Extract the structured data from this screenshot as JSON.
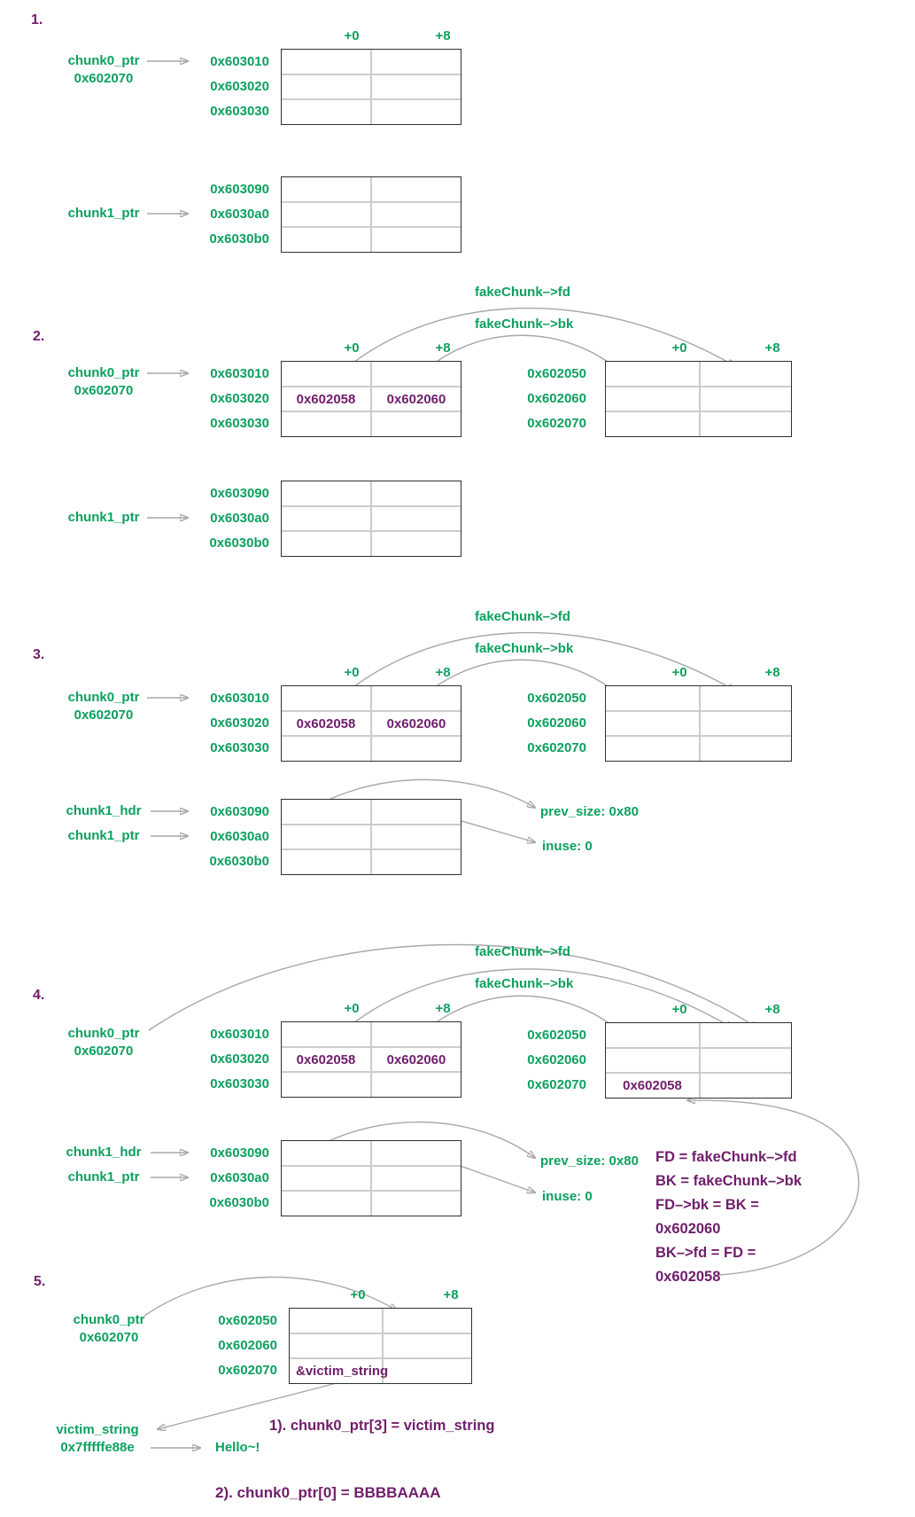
{
  "colors": {
    "green": "#0da05f",
    "purple": "#701d6b",
    "arrow_gray": "#a8a8a8",
    "table_border": "#2f2f2f",
    "grid_line": "#cccccc"
  },
  "headers": {
    "plus0": "+0",
    "plus8": "+8"
  },
  "sections": {
    "s1": {
      "number": "1.",
      "chunk0_ptr": {
        "name": "chunk0_ptr",
        "addr": "0x602070"
      },
      "chunk1_ptr": {
        "name": "chunk1_ptr"
      },
      "table_a": {
        "rows": [
          "0x603010",
          "0x603020",
          "0x603030"
        ]
      },
      "table_b": {
        "rows": [
          "0x603090",
          "0x6030a0",
          "0x6030b0"
        ]
      }
    },
    "s2": {
      "number": "2.",
      "fake_fd_label": "fakeChunk–>fd",
      "fake_bk_label": "fakeChunk–>bk",
      "chunk0_ptr": {
        "name": "chunk0_ptr",
        "addr": "0x602070"
      },
      "chunk1_ptr": {
        "name": "chunk1_ptr"
      },
      "table_a": {
        "rows": [
          "0x603010",
          "0x603020",
          "0x603030"
        ],
        "fd_value": "0x602058",
        "bk_value": "0x602060"
      },
      "table_fake": {
        "rows": [
          "0x602050",
          "0x602060",
          "0x602070"
        ]
      },
      "table_b": {
        "rows": [
          "0x603090",
          "0x6030a0",
          "0x6030b0"
        ]
      }
    },
    "s3": {
      "number": "3.",
      "fake_fd_label": "fakeChunk–>fd",
      "fake_bk_label": "fakeChunk–>bk",
      "chunk0_ptr": {
        "name": "chunk0_ptr",
        "addr": "0x602070"
      },
      "chunk1_hdr": {
        "name": "chunk1_hdr"
      },
      "chunk1_ptr": {
        "name": "chunk1_ptr"
      },
      "table_a": {
        "rows": [
          "0x603010",
          "0x603020",
          "0x603030"
        ],
        "fd_value": "0x602058",
        "bk_value": "0x602060"
      },
      "table_fake": {
        "rows": [
          "0x602050",
          "0x602060",
          "0x602070"
        ]
      },
      "table_b": {
        "rows": [
          "0x603090",
          "0x6030a0",
          "0x6030b0"
        ]
      },
      "prev_size": "prev_size: 0x80",
      "inuse": "inuse: 0"
    },
    "s4": {
      "number": "4.",
      "fake_fd_label": "fakeChunk–>fd",
      "fake_bk_label": "fakeChunk–>bk",
      "chunk0_ptr": {
        "name": "chunk0_ptr",
        "addr": "0x602070"
      },
      "chunk1_hdr": {
        "name": "chunk1_hdr"
      },
      "chunk1_ptr": {
        "name": "chunk1_ptr"
      },
      "table_a": {
        "rows": [
          "0x603010",
          "0x603020",
          "0x603030"
        ],
        "fd_value": "0x602058",
        "bk_value": "0x602060"
      },
      "table_fake": {
        "rows": [
          "0x602050",
          "0x602060",
          "0x602070"
        ],
        "written_value": "0x602058"
      },
      "table_b": {
        "rows": [
          "0x603090",
          "0x6030a0",
          "0x6030b0"
        ]
      },
      "prev_size": "prev_size: 0x80",
      "inuse": "inuse: 0",
      "note_lines": [
        "FD = fakeChunk–>fd",
        "BK = fakeChunk–>bk",
        "FD–>bk = BK =",
        "0x602060",
        "BK–>fd = FD =",
        "0x602058"
      ]
    },
    "s5": {
      "number": "5.",
      "chunk0_ptr": {
        "name": "chunk0_ptr",
        "addr": "0x602070"
      },
      "table": {
        "rows": [
          "0x602050",
          "0x602060",
          "0x602070"
        ],
        "victim_value": "&victim_string"
      },
      "step1": "1). chunk0_ptr[3] = victim_string",
      "victim": {
        "name": "victim_string",
        "addr": "0x7fffffe88e"
      },
      "hello": "Hello~!",
      "step2": "2). chunk0_ptr[0] = BBBBAAAA"
    }
  }
}
